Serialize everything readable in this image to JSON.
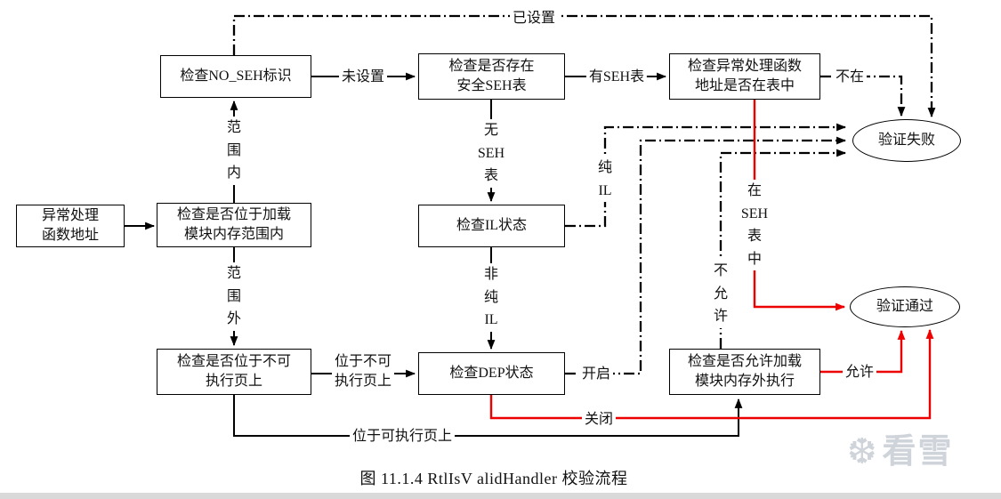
{
  "colors": {
    "line": "#000000",
    "highlight_flow": "#ee0000",
    "box_border": "#000000",
    "background": "#ffffff",
    "watermark": "#c4c9d2"
  },
  "nodes": {
    "no_seh": "检查NO_SEH标识",
    "safe_seh": "检查是否存在\n安全SEH表",
    "addr_in_table": "检查异常处理函数\n地址是否在表中",
    "handler_addr": "异常处理\n函数地址",
    "in_module_range": "检查是否位于加载\n模块内存范围内",
    "il_state": "检查IL状态",
    "non_exec_page": "检查是否位于不可\n执行页上",
    "dep_state": "检查DEP状态",
    "allow_outside": "检查是否允许加载\n模块内存外执行",
    "fail": "验证失败",
    "pass": "验证通过"
  },
  "edge_labels": {
    "set": "已设置",
    "not_set": "未设置",
    "has_seh_table": "有SEH表",
    "not_in_table": "不在",
    "in_range": "范\n围\n内",
    "no_seh_table": "无\nSEH\n表",
    "pure_il": "纯\nIL",
    "in_seh_table": "在\nSEH\n表\n中",
    "not_allowed": "不\n允\n许",
    "out_of_range": "范\n围\n外",
    "non_pure_il": "非\n纯\nIL",
    "on_non_exec_page": "位于不可\n执行页上",
    "dep_on": "开启",
    "allowed": "允许",
    "dep_off": "关闭",
    "on_exec_page": "位于可执行页上"
  },
  "caption": "图 11.1.4  RtlIsV alidHandler 校验流程",
  "watermark": {
    "icon_glyph": "❆",
    "text": "看雪"
  }
}
